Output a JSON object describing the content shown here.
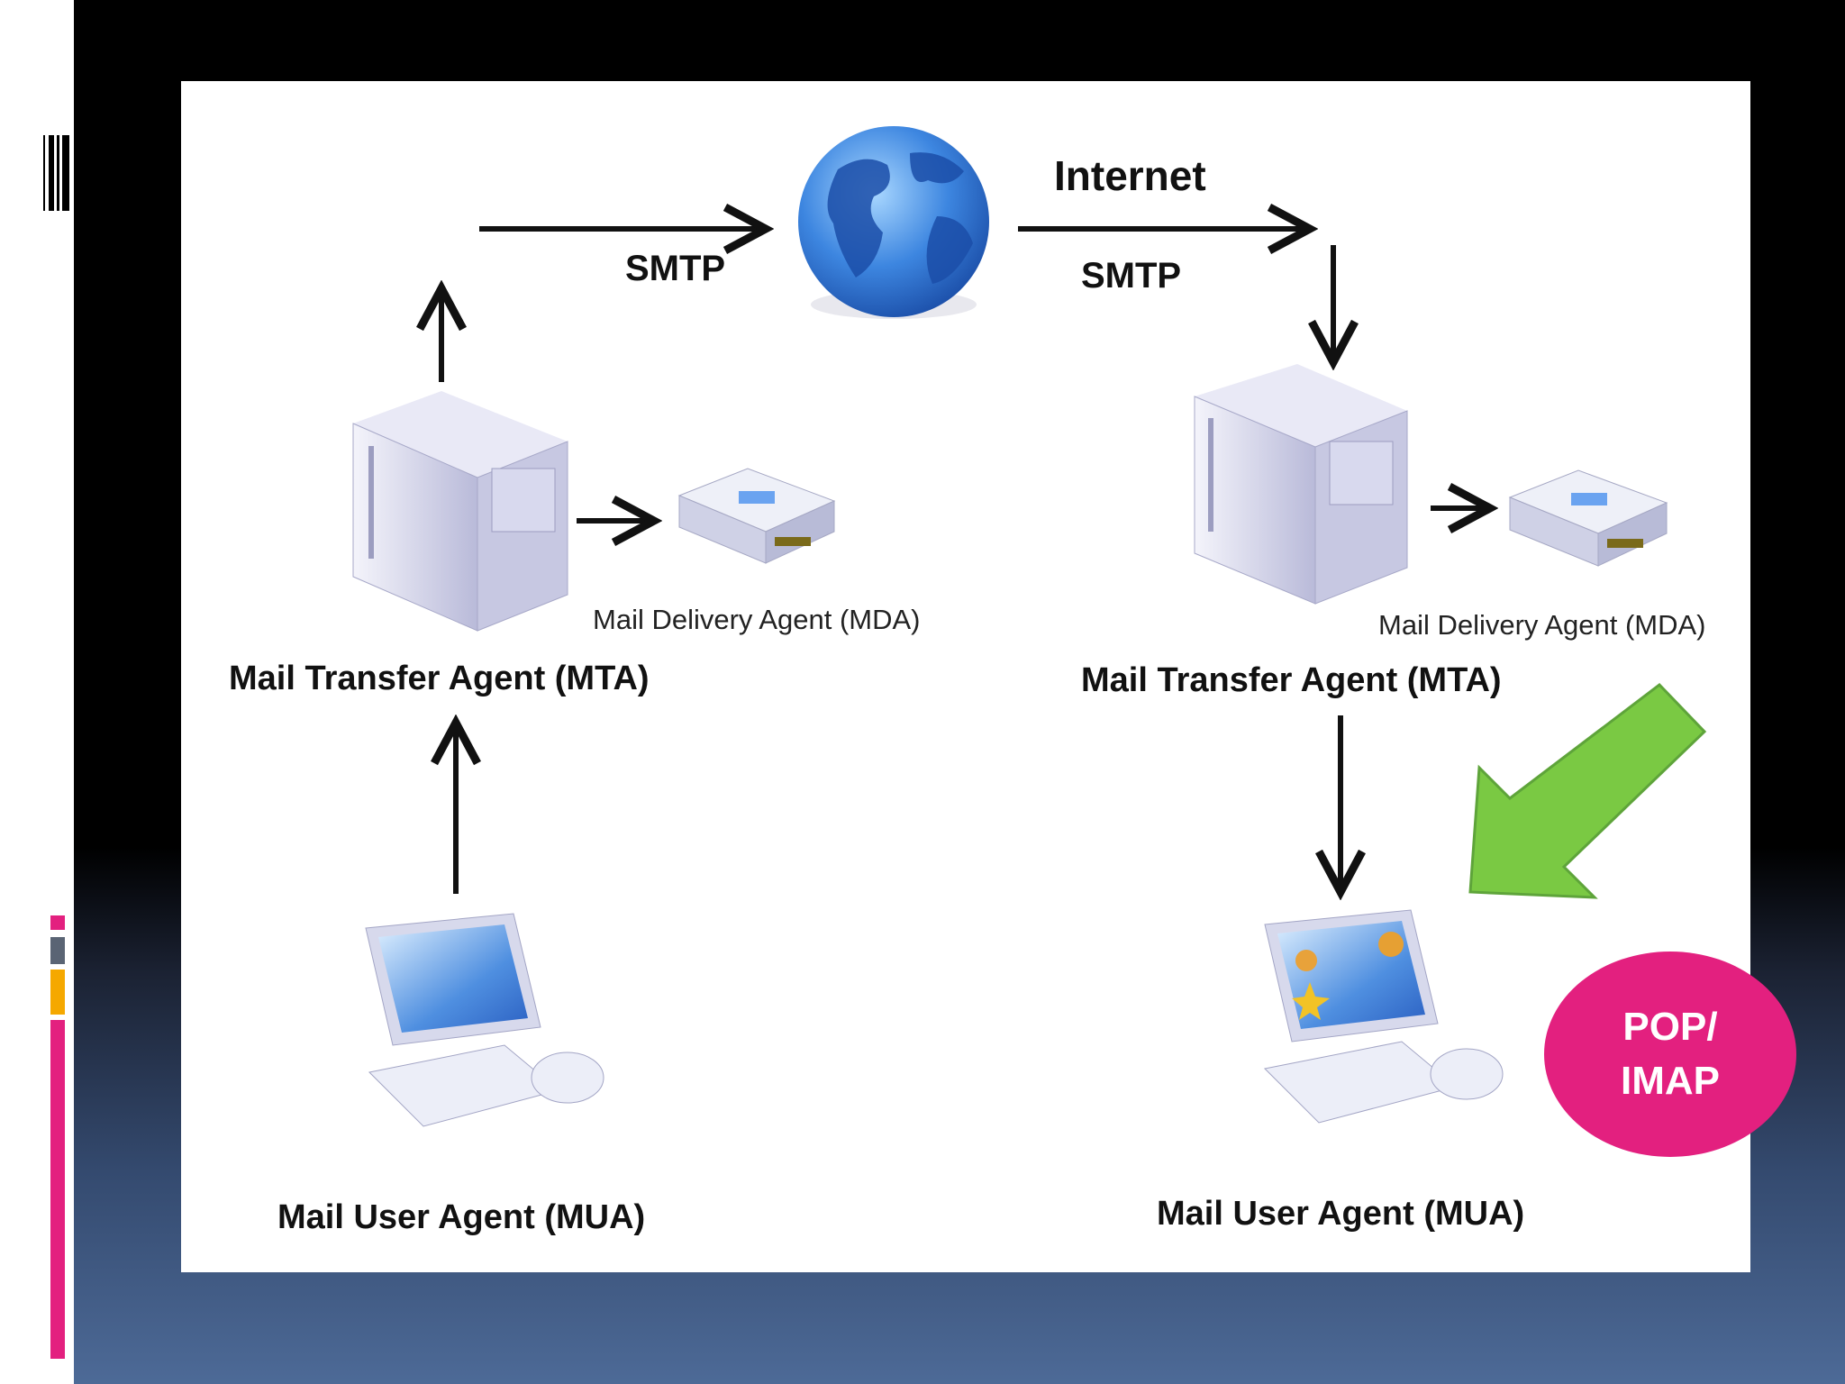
{
  "diagram": {
    "left_mta_label": "Mail Transfer Agent (MTA)",
    "right_mta_label": "Mail Transfer Agent (MTA)",
    "left_mda_label": "Mail Delivery Agent (MDA)",
    "right_mda_label": "Mail Delivery Agent (MDA)",
    "left_mua_label": "Mail User Agent (MUA)",
    "right_mua_label": "Mail User Agent (MUA)",
    "smtp_left": "SMTP",
    "smtp_right": "SMTP",
    "internet_label": "Internet"
  },
  "badge": {
    "line1": "POP/",
    "line2": "IMAP",
    "color": "#e3207f"
  },
  "colors": {
    "accent_green": "#7ac943",
    "bar_pink": "#e3207f",
    "bar_gold": "#f5a800",
    "bar_gray": "#5a6474"
  }
}
